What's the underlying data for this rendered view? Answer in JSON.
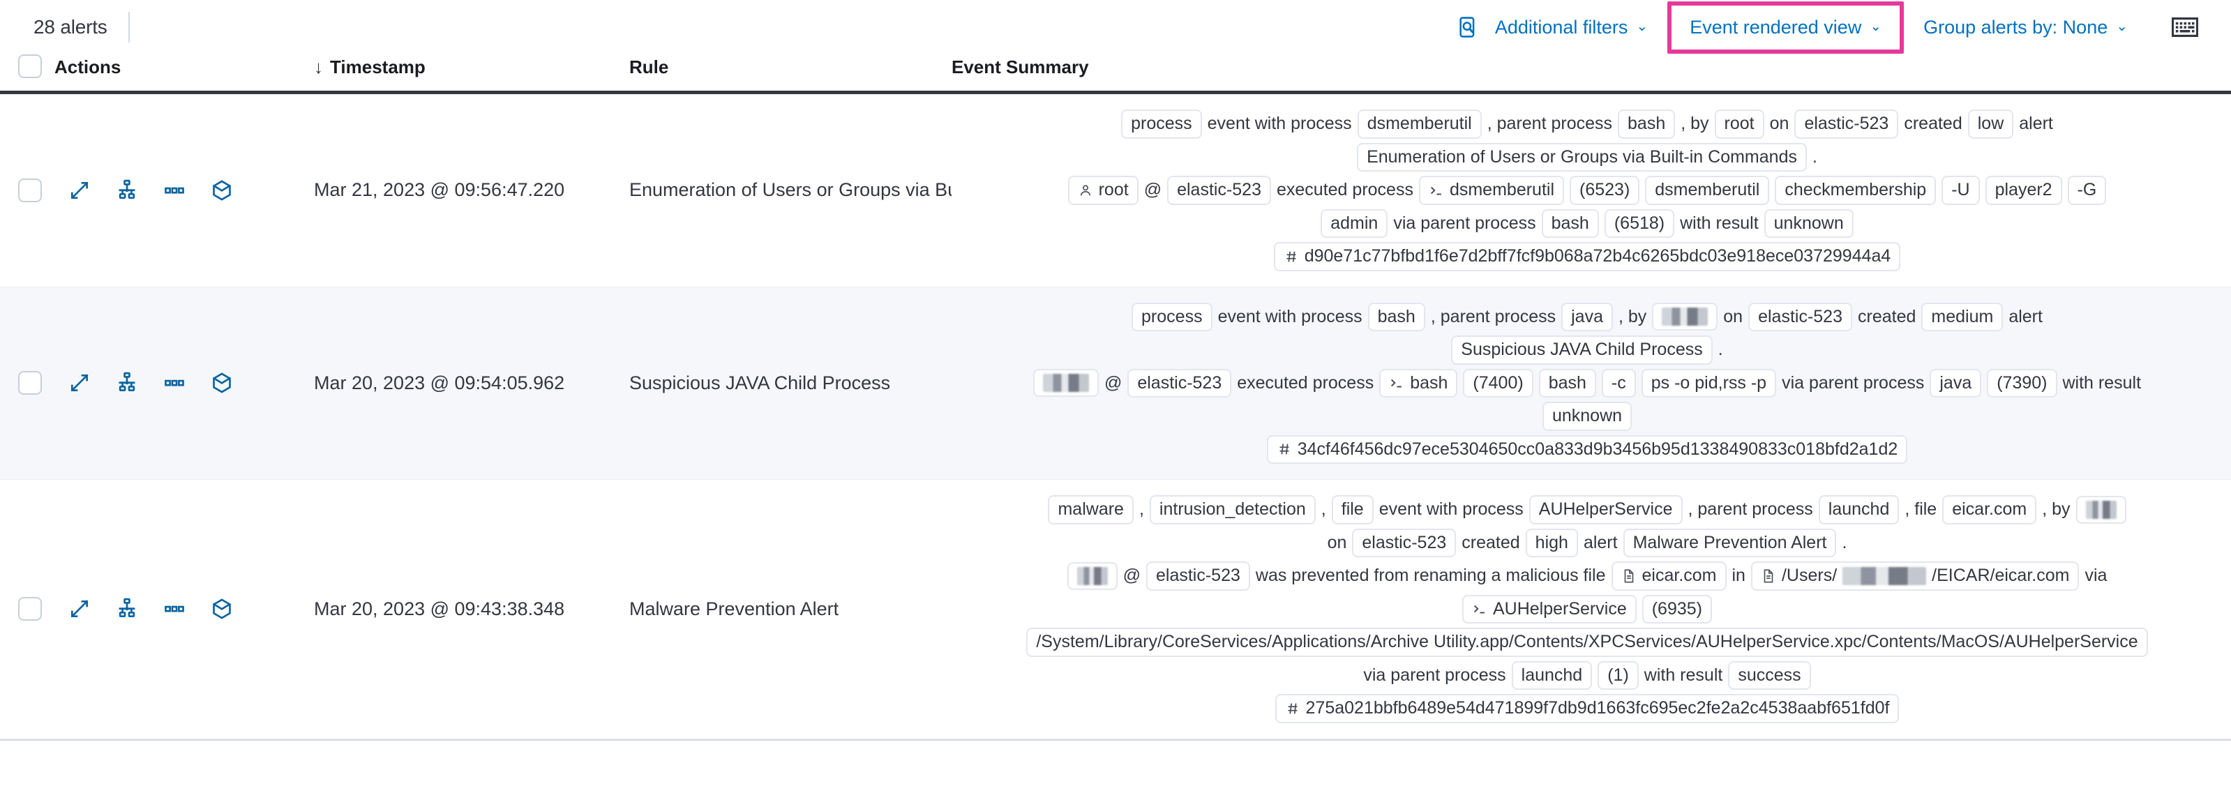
{
  "toolbar": {
    "alerts_count": "28 alerts",
    "inspect_icon": "inspect-search-icon",
    "additional_filters": "Additional filters",
    "additional_filters_caret": "⌄",
    "event_rendered_view": "Event rendered view",
    "event_rendered_view_caret": "⌄",
    "group_alerts_by": "Group alerts by: None",
    "group_alerts_by_caret": "⌄",
    "keyboard_icon": "keyboard-shortcuts-icon",
    "highlight_color": "#e6399b",
    "link_color": "#0071c2"
  },
  "columns": {
    "checkbox": "select-all",
    "actions": "Actions",
    "timestamp": "Timestamp",
    "timestamp_sort": "↓",
    "rule": "Rule",
    "summary": "Event Summary"
  },
  "row_actions": [
    {
      "name": "expand-icon",
      "title": "Expand"
    },
    {
      "name": "analyze-event-icon",
      "title": "Analyze event"
    },
    {
      "name": "more-actions-icon",
      "title": "More actions"
    },
    {
      "name": "session-view-icon",
      "title": "Open session view"
    }
  ],
  "rows": [
    {
      "striped": false,
      "timestamp": "Mar 21, 2023 @ 09:56:47.220",
      "rule": "Enumeration of Users or Groups via Bui",
      "summary_lines": [
        [
          {
            "t": "tok",
            "v": "process"
          },
          {
            "t": "txt",
            "v": "event with process"
          },
          {
            "t": "tok",
            "v": "dsmemberutil"
          },
          {
            "t": "txt",
            "v": ", parent process"
          },
          {
            "t": "tok",
            "v": "bash"
          },
          {
            "t": "txt",
            "v": ", by"
          },
          {
            "t": "tok",
            "v": "root"
          },
          {
            "t": "txt",
            "v": "on"
          },
          {
            "t": "tok",
            "v": "elastic-523"
          },
          {
            "t": "txt",
            "v": "created"
          },
          {
            "t": "tok",
            "v": "low"
          },
          {
            "t": "txt",
            "v": "alert"
          }
        ],
        [
          {
            "t": "tok",
            "v": "Enumeration of Users or Groups via Built-in Commands"
          },
          {
            "t": "txt",
            "v": "."
          }
        ],
        [
          {
            "t": "tok",
            "v": "root",
            "icon": "user-icon"
          },
          {
            "t": "txt",
            "v": "@"
          },
          {
            "t": "tok",
            "v": "elastic-523"
          },
          {
            "t": "txt",
            "v": "executed process"
          },
          {
            "t": "tok",
            "v": "dsmemberutil",
            "icon": "console-icon"
          },
          {
            "t": "tok",
            "v": "(6523)"
          },
          {
            "t": "tok",
            "v": "dsmemberutil"
          },
          {
            "t": "tok",
            "v": "checkmembership"
          },
          {
            "t": "tok",
            "v": "-U"
          },
          {
            "t": "tok",
            "v": "player2"
          },
          {
            "t": "tok",
            "v": "-G"
          }
        ],
        [
          {
            "t": "tok",
            "v": "admin"
          },
          {
            "t": "txt",
            "v": "via parent process"
          },
          {
            "t": "tok",
            "v": "bash"
          },
          {
            "t": "tok",
            "v": "(6518)"
          },
          {
            "t": "txt",
            "v": "with result"
          },
          {
            "t": "tok",
            "v": "unknown"
          }
        ],
        [
          {
            "t": "tok",
            "v": "d90e71c77bfbd1f6e7d2bff7fcf9b068a72b4c6265bdc03e918ece03729944a4",
            "icon": "hash-icon"
          }
        ]
      ]
    },
    {
      "striped": true,
      "timestamp": "Mar 20, 2023 @ 09:54:05.962",
      "rule": "Suspicious JAVA Child Process",
      "summary_lines": [
        [
          {
            "t": "tok",
            "v": "process"
          },
          {
            "t": "txt",
            "v": "event with process"
          },
          {
            "t": "tok",
            "v": "bash"
          },
          {
            "t": "txt",
            "v": ", parent process"
          },
          {
            "t": "tok",
            "v": "java"
          },
          {
            "t": "txt",
            "v": ", by"
          },
          {
            "t": "tok",
            "v": "",
            "redact": "w2"
          },
          {
            "t": "txt",
            "v": "on"
          },
          {
            "t": "tok",
            "v": "elastic-523"
          },
          {
            "t": "txt",
            "v": "created"
          },
          {
            "t": "tok",
            "v": "medium"
          },
          {
            "t": "txt",
            "v": "alert"
          }
        ],
        [
          {
            "t": "tok",
            "v": "Suspicious JAVA Child Process"
          },
          {
            "t": "txt",
            "v": "."
          }
        ],
        [
          {
            "t": "tok",
            "v": "",
            "redact": "w2"
          },
          {
            "t": "txt",
            "v": "@"
          },
          {
            "t": "tok",
            "v": "elastic-523"
          },
          {
            "t": "txt",
            "v": "executed process"
          },
          {
            "t": "tok",
            "v": "bash",
            "icon": "console-icon"
          },
          {
            "t": "tok",
            "v": "(7400)"
          },
          {
            "t": "tok",
            "v": "bash"
          },
          {
            "t": "tok",
            "v": "-c"
          },
          {
            "t": "tok",
            "v": "ps -o pid,rss -p"
          },
          {
            "t": "txt",
            "v": "via parent process"
          },
          {
            "t": "tok",
            "v": "java"
          },
          {
            "t": "tok",
            "v": "(7390)"
          },
          {
            "t": "txt",
            "v": "with result"
          }
        ],
        [
          {
            "t": "tok",
            "v": "unknown"
          }
        ],
        [
          {
            "t": "tok",
            "v": "34cf46f456dc97ece5304650cc0a833d9b3456b95d1338490833c018bfd2a1d2",
            "icon": "hash-icon"
          }
        ]
      ]
    },
    {
      "striped": false,
      "timestamp": "Mar 20, 2023 @ 09:43:38.348",
      "rule": "Malware Prevention Alert",
      "summary_lines": [
        [
          {
            "t": "tok",
            "v": "malware"
          },
          {
            "t": "txt",
            "v": ","
          },
          {
            "t": "tok",
            "v": "intrusion_detection"
          },
          {
            "t": "txt",
            "v": ","
          },
          {
            "t": "tok",
            "v": "file"
          },
          {
            "t": "txt",
            "v": "event with process"
          },
          {
            "t": "tok",
            "v": "AUHelperService"
          },
          {
            "t": "txt",
            "v": ", parent process"
          },
          {
            "t": "tok",
            "v": "launchd"
          },
          {
            "t": "txt",
            "v": ", file"
          },
          {
            "t": "tok",
            "v": "eicar.com"
          },
          {
            "t": "txt",
            "v": ", by"
          },
          {
            "t": "tok",
            "v": "",
            "redact": "w1"
          }
        ],
        [
          {
            "t": "txt",
            "v": "on"
          },
          {
            "t": "tok",
            "v": "elastic-523"
          },
          {
            "t": "txt",
            "v": "created"
          },
          {
            "t": "tok",
            "v": "high"
          },
          {
            "t": "txt",
            "v": "alert"
          },
          {
            "t": "tok",
            "v": "Malware Prevention Alert"
          },
          {
            "t": "txt",
            "v": "."
          }
        ],
        [
          {
            "t": "tok",
            "v": "",
            "redact": "w1"
          },
          {
            "t": "txt",
            "v": "@"
          },
          {
            "t": "tok",
            "v": "elastic-523"
          },
          {
            "t": "txt",
            "v": "was prevented from renaming a malicious file"
          },
          {
            "t": "tok",
            "v": "eicar.com",
            "icon": "file-icon"
          },
          {
            "t": "txt",
            "v": "in"
          },
          {
            "t": "tok",
            "v": "/Users/",
            "icon": "file-icon",
            "suffix": "/EICAR/eicar.com",
            "redact_mid": "w3"
          },
          {
            "t": "txt",
            "v": "via"
          }
        ],
        [
          {
            "t": "tok",
            "v": "AUHelperService",
            "icon": "console-icon"
          },
          {
            "t": "tok",
            "v": "(6935)"
          }
        ],
        [
          {
            "t": "tok",
            "v": "/System/Library/CoreServices/Applications/Archive Utility.app/Contents/XPCServices/AUHelperService.xpc/Contents/MacOS/AUHelperService"
          }
        ],
        [
          {
            "t": "txt",
            "v": "via parent process"
          },
          {
            "t": "tok",
            "v": "launchd"
          },
          {
            "t": "tok",
            "v": "(1)"
          },
          {
            "t": "txt",
            "v": "with result"
          },
          {
            "t": "tok",
            "v": "success"
          }
        ],
        [
          {
            "t": "tok",
            "v": "275a021bbfb6489e54d471899f7db9d1663fc695ec2fe2a2c4538aabf651fd0f",
            "icon": "hash-icon"
          }
        ]
      ]
    }
  ]
}
